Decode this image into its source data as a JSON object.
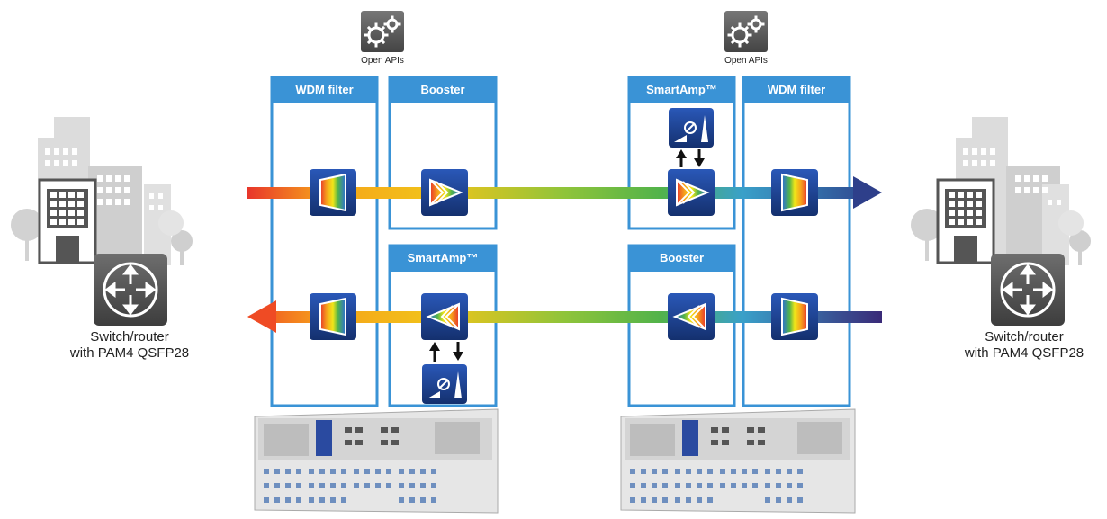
{
  "api_panels": [
    {
      "label": "Open APIs"
    },
    {
      "label": "Open APIs"
    }
  ],
  "sites": [
    {
      "line1": "Switch/router",
      "line2": "with PAM4 QSFP28"
    },
    {
      "line1": "Switch/router",
      "line2": "with PAM4 QSFP28"
    }
  ],
  "boxes": {
    "left_wdm": "WDM filter",
    "left_booster": "Booster",
    "left_smartamp": "SmartAmp™",
    "right_smartamp": "SmartAmp™",
    "right_wdm": "WDM filter",
    "right_booster": "Booster"
  },
  "colors": {
    "box_border": "#3a93d6",
    "box_header": "#3a93d6",
    "icon_dark": "#1d3f8f",
    "arrow_top_end": "#2e3f8a",
    "arrow_bottom_end": "#3a2a78",
    "building_gray": "#c9c9c9",
    "router_dark": "#555555"
  },
  "icons": {
    "gears": "gears-icon",
    "router": "router-icon",
    "wdm": "wdm-filter-icon",
    "amplifier": "amplifier-icon",
    "control": "amp-control-icon"
  }
}
